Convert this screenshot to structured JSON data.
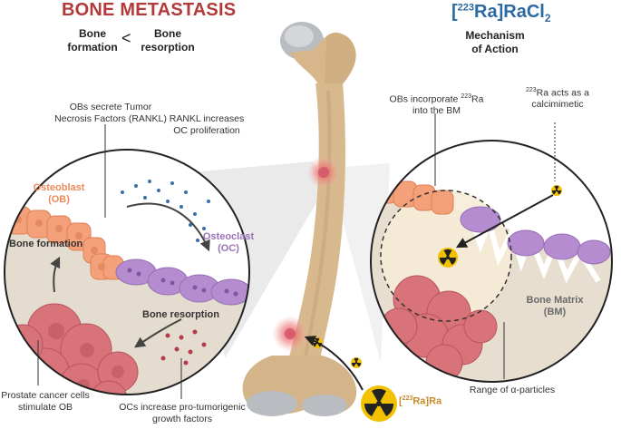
{
  "left": {
    "title": "BONE METASTASIS",
    "formation_label": "Bone\nformation",
    "comparator": "<",
    "resorption_label": "Bone\nresorption",
    "annotation_obs_secrete": "OBs secrete Tumor\nNecrosis Factors (RANKL)",
    "annotation_rankl": "RANKL increases\nOC proliferation",
    "osteoblast_label": "Osteoblast\n(OB)",
    "osteoclast_label": "Osteoclast\n(OC)",
    "bone_formation_inner": "Bone formation",
    "bone_resorption_inner": "Bone resorption",
    "annotation_prostate": "Prostate cancer cells\nstimulate OB",
    "annotation_ocs": "OCs increase pro-tumorigenic\ngrowth factors"
  },
  "right": {
    "title_ra": "223",
    "title_main": "[",
    "title_rest": "Ra]RaCl",
    "title_sub": "2",
    "mechanism_label": "Mechanism\nof Action",
    "annotation_obs_incorporate_pre": "OBs incorporate ",
    "annotation_obs_incorporate_sup": "223",
    "annotation_obs_incorporate_post": "Ra\ninto the BM",
    "annotation_calcimimetic_sup": "223",
    "annotation_calcimimetic": "Ra acts as a\ncalcimimetic",
    "bone_matrix_label": "Bone Matrix\n(BM)",
    "range_label": "Range of α-particles"
  },
  "drug": {
    "label_pre": "[",
    "label_sup": "223",
    "label_post": "Ra]Ra"
  },
  "colors": {
    "title_red": "#b23a3a",
    "title_blue": "#2b6aa3",
    "bone": "#d2b48c",
    "osteoblast": "#f4a07a",
    "osteoclast": "#b48ccf",
    "tumor": "#d9737a",
    "hazard_yellow": "#f2c200"
  }
}
